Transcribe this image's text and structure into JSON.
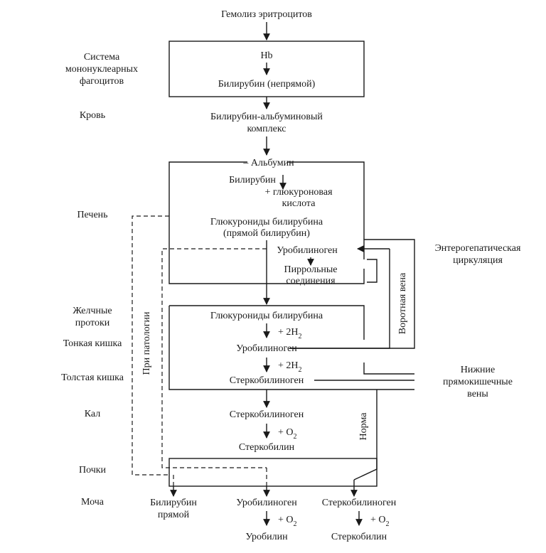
{
  "top": {
    "hemolysis": "Гемолиз эритроцитов",
    "hb": "Hb",
    "bilirubin_indirect": "Билирубин (непрямой)",
    "complex_line1": "Билирубин-альбуминовый",
    "complex_line2": "комплекс"
  },
  "liver": {
    "albumin": "– Альбумин",
    "bilirubin": "Билирубин",
    "glucuronic_line1": "+ глюкуроновая",
    "glucuronic_line2": "кислота",
    "glucuronides_line1": "Глюкурониды билирубина",
    "glucuronides_line2": "(прямой билирубин)",
    "urobilinogen": "Уробилиноген",
    "pyrrole_line1": "Пиррольные",
    "pyrrole_line2": "соединения"
  },
  "intestine": {
    "glucuronides": "Глюкурониды билирубина",
    "plus_2h_a": "+ 2H",
    "plus_2h_a_sub": "2",
    "urobilinogen": "Уробилиноген",
    "plus_2h_b": "+ 2H",
    "plus_2h_b_sub": "2",
    "stercobilinogen": "Стеркобилиноген"
  },
  "feces": {
    "stercobilinogen": "Стеркобилиноген",
    "plus_o2": "+ O",
    "plus_o2_sub": "2",
    "stercobilin": "Стеркобилин"
  },
  "urine": {
    "bilirubin_line1": "Билирубин",
    "bilirubin_line2": "прямой",
    "urobilinogen": "Уробилиноген",
    "plus_o2_a": "+ O",
    "plus_o2_a_sub": "2",
    "urobilin": "Уробилин",
    "stercobilinogen": "Стеркобилиноген",
    "plus_o2_b": "+ O",
    "plus_o2_b_sub": "2",
    "stercobilin": "Стеркобилин"
  },
  "side_labels": {
    "system_line1": "Система",
    "system_line2": "мононуклеарных",
    "system_line3": "фагоцитов",
    "blood": "Кровь",
    "liver": "Печень",
    "bile_line1": "Желчные",
    "bile_line2": "протоки",
    "small_intestine": "Тонкая кишка",
    "large_intestine": "Толстая кишка",
    "feces": "Кал",
    "kidneys": "Почки",
    "urine": "Моча"
  },
  "right_labels": {
    "entero_line1": "Энтерогепатическая",
    "entero_line2": "циркуляция",
    "veins_line1": "Нижние",
    "veins_line2": "прямокишечные",
    "veins_line3": "вены"
  },
  "vertical_labels": {
    "pathology": "При патологии",
    "portal_vein": "Воротная вена",
    "norm": "Норма"
  }
}
